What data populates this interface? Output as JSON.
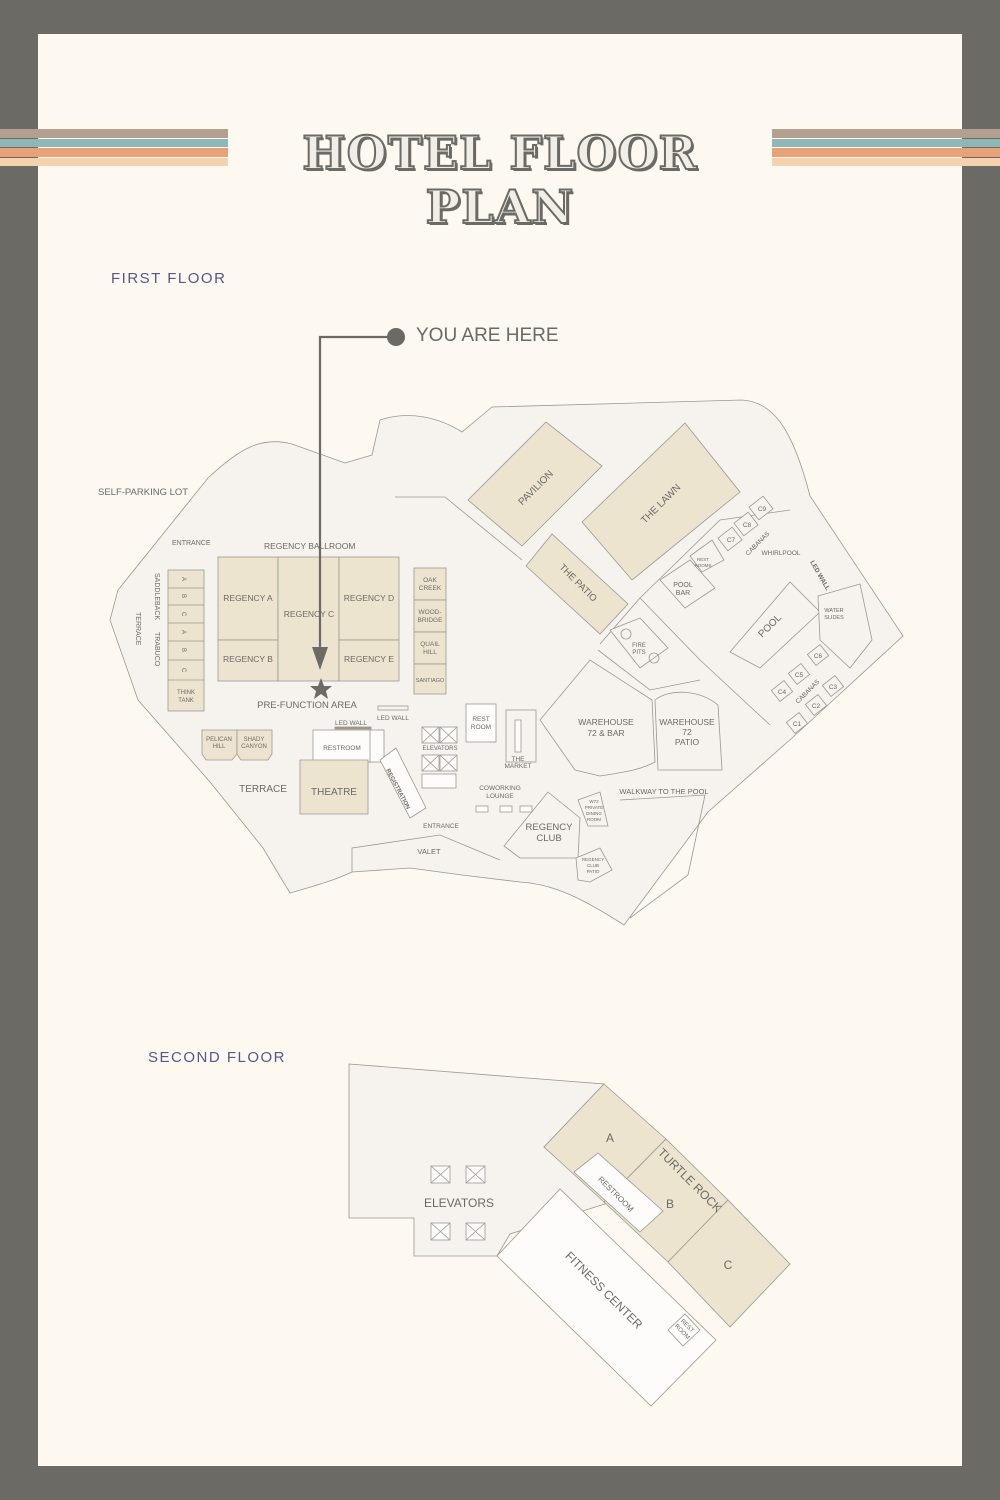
{
  "title": "HOTEL FLOOR PLAN",
  "colors": {
    "frame": "#6b6a65",
    "poster": "#fdf8f0",
    "room": "#ece4cf",
    "plan_fill": "#f6f3ef",
    "outline": "#9c9890",
    "label_purple": "#5a5689",
    "stripes": [
      "#b4a08e",
      "#8fb7b5",
      "#e8a178",
      "#f5d2af"
    ]
  },
  "first_floor": {
    "label": "FIRST FLOOR",
    "you_are_here": "YOU ARE HERE",
    "labels": {
      "self_parking": "SELF-PARKING LOT",
      "entrance_top": "ENTRANCE",
      "regency_ballroom": "REGENCY BALLROOM",
      "regency_a": "REGENCY A",
      "regency_b": "REGENCY B",
      "regency_c": "REGENCY C",
      "regency_d": "REGENCY D",
      "regency_e": "REGENCY E",
      "oak_creek_1": "OAK",
      "oak_creek_2": "CREEK",
      "woodbridge_1": "WOOD-",
      "woodbridge_2": "BRIDGE",
      "quail_hill_1": "QUAIL",
      "quail_hill_2": "HILL",
      "santiago": "SANTIAGO",
      "saddleback": "SADDLEBACK",
      "trabuco": "TRABUCO",
      "terrace_side": "TERRACE",
      "think_tank_1": "THINK",
      "think_tank_2": "TANK",
      "pre_function": "PRE-FUNCTION AREA",
      "led_wall_1": "LED WALL",
      "led_wall_2": "LED WALL",
      "led_wall_3": "LED WALL",
      "pelican_hill_1": "PELICAN",
      "pelican_hill_2": "HILL",
      "shady_canyon_1": "SHADY",
      "shady_canyon_2": "CANYON",
      "restroom": "RESTROOM",
      "theatre": "THEATRE",
      "terrace": "TERRACE",
      "registration": "REGISTRATION",
      "elevators": "ELEVATORS",
      "rest_room_1": "REST",
      "rest_room_2": "ROOM",
      "the_market_1": "THE",
      "the_market_2": "MARKET",
      "coworking_1": "COWORKING",
      "coworking_2": "LOUNGE",
      "entrance_bottom": "ENTRANCE",
      "valet": "VALET",
      "regency_club_1": "REGENCY",
      "regency_club_2": "CLUB",
      "w72_1": "W72",
      "w72_2": "PRIVATE",
      "w72_3": "DINING",
      "w72_4": "ROOM",
      "club_patio_1": "REGENCY",
      "club_patio_2": "CLUB",
      "club_patio_3": "PATIO",
      "warehouse_bar_1": "WAREHOUSE",
      "warehouse_bar_2": "72 & BAR",
      "warehouse_patio_1": "WAREHOUSE",
      "warehouse_patio_2": "72",
      "warehouse_patio_3": "PATIO",
      "walkway": "WALKWAY TO THE POOL",
      "pavilion": "PAVILION",
      "the_lawn": "THE LAWN",
      "the_patio": "THE PATIO",
      "fire_pits_1": "FIRE",
      "fire_pits_2": "PITS",
      "pool_bar_1": "POOL",
      "pool_bar_2": "BAR",
      "pool_rest_1": "REST",
      "pool_rest_2": "ROOMS",
      "pool": "POOL",
      "whirlpool": "WHIRLPOOL",
      "water_slides_1": "WATER",
      "water_slides_2": "SLIDES",
      "cabanas_top": "CABANAS",
      "cabanas_bottom": "CABANAS",
      "c1": "C1",
      "c2": "C2",
      "c3": "C3",
      "c4": "C4",
      "c5": "C5",
      "c6": "C6",
      "c7": "C7",
      "c8": "C8",
      "c9": "C9"
    },
    "column_letters": [
      "A",
      "B",
      "C",
      "A",
      "B",
      "C"
    ]
  },
  "second_floor": {
    "label": "SECOND FLOOR",
    "labels": {
      "elevators": "ELEVATORS",
      "a": "A",
      "b": "B",
      "c": "C",
      "turtle_rock": "TURTLE ROCK",
      "restroom": "RESTROOM",
      "fitness_center": "FITNESS CENTER",
      "rest_room_1": "REST",
      "rest_room_2": "ROOM"
    }
  }
}
